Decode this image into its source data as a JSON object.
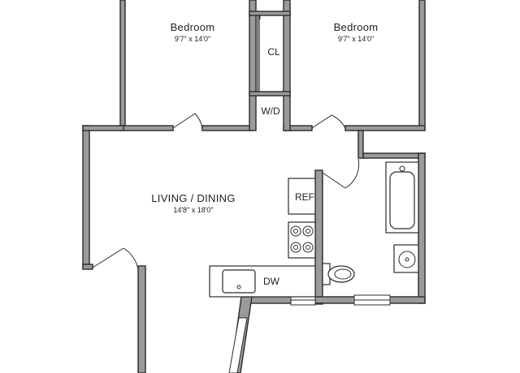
{
  "floorplan": {
    "rooms": {
      "bedroom_left": {
        "name": "Bedroom",
        "dims": "9'7\" x 14'0\""
      },
      "bedroom_right": {
        "name": "Bedroom",
        "dims": "9'7\" x 14'0\""
      },
      "living": {
        "name": "LIVING / DINING",
        "dims": "14'8\" x 18'0\""
      }
    },
    "labels": {
      "closet": "CL",
      "washer_dryer": "W/D",
      "refrigerator": "REF",
      "dishwasher": "DW"
    }
  }
}
